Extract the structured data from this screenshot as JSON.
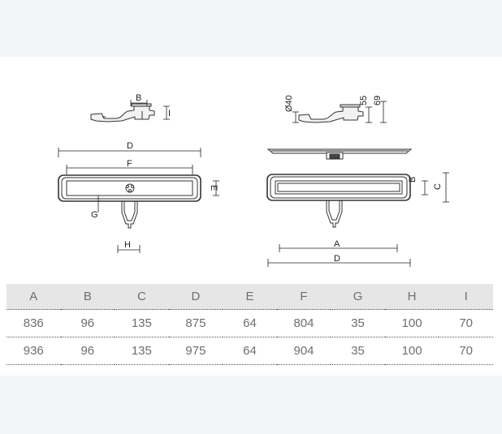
{
  "diagram": {
    "left_view": {
      "labels": {
        "b": "B",
        "i": "I",
        "d": "D",
        "f": "F",
        "e": "E",
        "g": "G",
        "h": "H"
      }
    },
    "right_view": {
      "labels": {
        "dia": "Ø40",
        "fifty_five": "55",
        "sixty_nine": "69",
        "b": "B",
        "c": "C",
        "a": "A",
        "d": "D"
      }
    }
  },
  "table": {
    "headers": [
      "A",
      "B",
      "C",
      "D",
      "E",
      "F",
      "G",
      "H",
      "I"
    ],
    "rows": [
      [
        "836",
        "96",
        "135",
        "875",
        "64",
        "804",
        "35",
        "100",
        "70"
      ],
      [
        "936",
        "96",
        "135",
        "975",
        "64",
        "904",
        "35",
        "100",
        "70"
      ]
    ]
  }
}
